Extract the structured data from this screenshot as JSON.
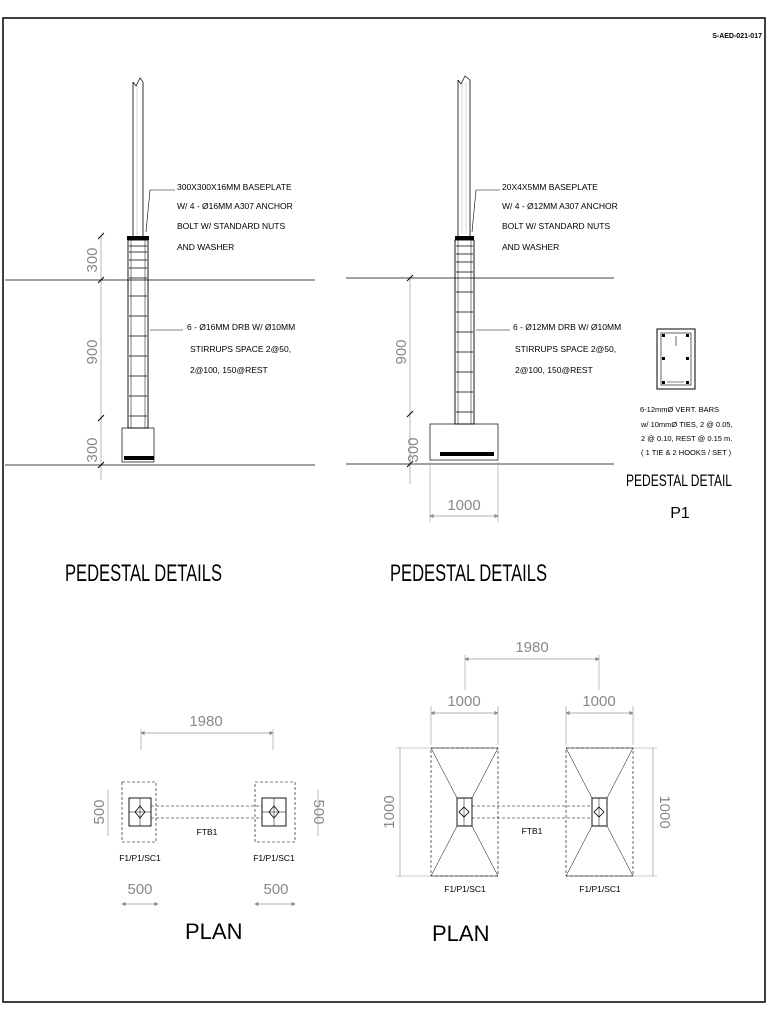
{
  "sheet_code": "S-AED-021-017",
  "left_detail": {
    "baseplate_note": [
      "300X300X16MM BASEPLATE",
      "W/ 4 - Ø16MM A307 ANCHOR",
      "BOLT W/ STANDARD NUTS",
      "AND WASHER"
    ],
    "rebar_note": [
      "6 - Ø16MM DRB W/ Ø10MM",
      "STIRRUPS SPACE 2@50,",
      "2@100, 150@REST"
    ],
    "dims": [
      "300",
      "900",
      "300"
    ],
    "title": "PEDESTAL DETAILS"
  },
  "right_detail": {
    "baseplate_note": [
      "20X4X5MM BASEPLATE",
      "W/ 4 - Ø12MM A307 ANCHOR",
      "BOLT W/ STANDARD NUTS",
      "AND WASHER"
    ],
    "rebar_note": [
      "6 - Ø12MM DRB W/ Ø10MM",
      "STIRRUPS SPACE 2@50,",
      "2@100, 150@REST"
    ],
    "dims": [
      "900",
      "300",
      "1000"
    ],
    "title": "PEDESTAL DETAILS"
  },
  "pedestal_p1": {
    "note": [
      "6-12mmØ VERT. BARS",
      "w/ 10mmØ TIES, 2 @ 0.05,",
      "2 @ 0.10, REST @ 0.15 m.",
      "( 1 TIE & 2 HOOKS / SET )"
    ],
    "title": "PEDESTAL DETAIL",
    "label": "P1"
  },
  "plan_left": {
    "span": "1980",
    "side_dims": [
      "500",
      "500"
    ],
    "bottom_dims": [
      "500",
      "500"
    ],
    "beam": "FTB1",
    "footing_tags": [
      "F1/P1/SC1",
      "F1/P1/SC1"
    ],
    "title": "PLAN"
  },
  "plan_right": {
    "span": "1980",
    "top_dims": [
      "1000",
      "1000"
    ],
    "side_dims": [
      "1000",
      "1000"
    ],
    "beam": "FTB1",
    "footing_tags": [
      "F1/P1/SC1",
      "F1/P1/SC1"
    ],
    "title": "PLAN"
  }
}
